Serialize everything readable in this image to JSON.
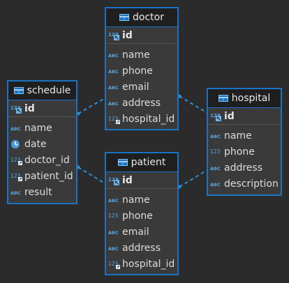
{
  "entities": {
    "doctor": {
      "title": "doctor",
      "pk": {
        "name": "id",
        "type": "number"
      },
      "columns": [
        {
          "name": "name",
          "type": "string"
        },
        {
          "name": "phone",
          "type": "string"
        },
        {
          "name": "email",
          "type": "string"
        },
        {
          "name": "address",
          "type": "string"
        },
        {
          "name": "hospital_id",
          "type": "number-key"
        }
      ]
    },
    "schedule": {
      "title": "schedule",
      "pk": {
        "name": "id",
        "type": "number"
      },
      "columns": [
        {
          "name": "name",
          "type": "string"
        },
        {
          "name": "date",
          "type": "date"
        },
        {
          "name": "doctor_id",
          "type": "number-key"
        },
        {
          "name": "patient_id",
          "type": "number-key"
        },
        {
          "name": "result",
          "type": "string"
        }
      ]
    },
    "hospital": {
      "title": "hospital",
      "pk": {
        "name": "id",
        "type": "number"
      },
      "columns": [
        {
          "name": "name",
          "type": "string"
        },
        {
          "name": "phone",
          "type": "number"
        },
        {
          "name": "address",
          "type": "string"
        },
        {
          "name": "description",
          "type": "string"
        }
      ]
    },
    "patient": {
      "title": "patient",
      "pk": {
        "name": "id",
        "type": "number"
      },
      "columns": [
        {
          "name": "name",
          "type": "string"
        },
        {
          "name": "phone",
          "type": "number"
        },
        {
          "name": "email",
          "type": "string"
        },
        {
          "name": "address",
          "type": "string"
        },
        {
          "name": "hospital_id",
          "type": "number-key"
        }
      ]
    }
  },
  "colors": {
    "background": "#2b2b2b",
    "entity_fill": "#3a3a3a",
    "header_fill": "#1f1f1f",
    "border": "#1a73c4",
    "connector": "#2a8fd6",
    "icon_text": "#5aa8e0"
  }
}
